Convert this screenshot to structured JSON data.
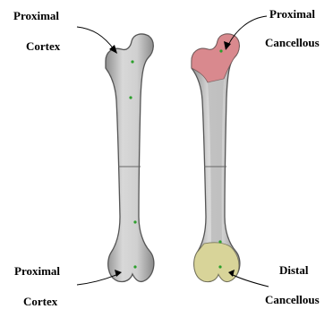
{
  "labels": {
    "top_left": [
      "Proximal",
      "Cortex"
    ],
    "top_right": [
      "Proximal",
      "Cancellous"
    ],
    "bottom_left": [
      "Proximal",
      "Cortex"
    ],
    "bottom_right": [
      "Distal",
      "Cancellous"
    ]
  },
  "colors": {
    "bone_outline": "#555555",
    "bone_fill": "#c8c8c8",
    "proximal_cancellous": "#d9898e",
    "distal_cancellous": "#d8d499",
    "cancellous_canal": "#b0b0b0",
    "marker_dot": "#2ca02c"
  }
}
